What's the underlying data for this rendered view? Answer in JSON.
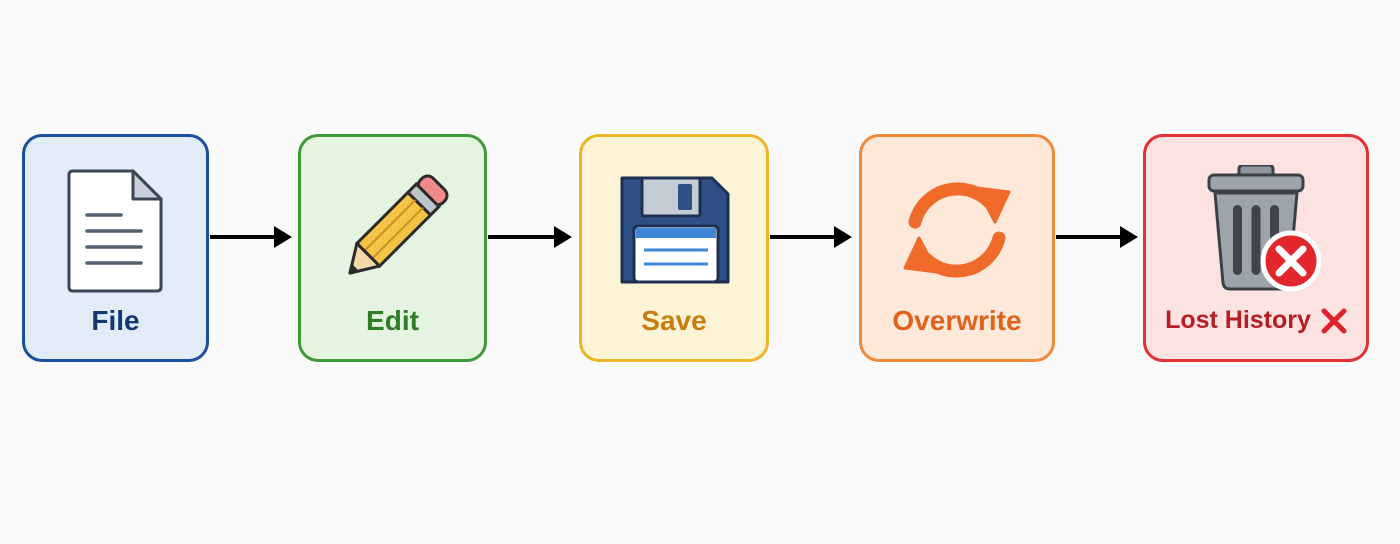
{
  "steps": [
    {
      "label": "File",
      "icon": "document-icon",
      "color": "#1b4f9c"
    },
    {
      "label": "Edit",
      "icon": "pencil-icon",
      "color": "#3f9b35"
    },
    {
      "label": "Save",
      "icon": "floppy-disk-icon",
      "color": "#ebb728"
    },
    {
      "label": "Overwrite",
      "icon": "refresh-arrows-icon",
      "color": "#ef8a3c"
    },
    {
      "label": "Lost History",
      "icon": "trash-can-icon",
      "color": "#e0302f",
      "suffix_icon": "red-x-icon"
    }
  ],
  "arrow_color": "#000000"
}
